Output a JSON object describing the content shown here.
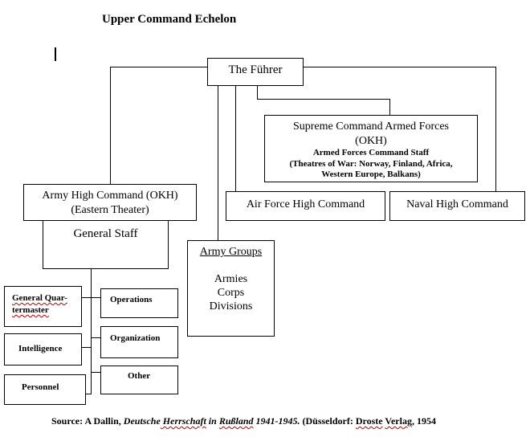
{
  "title": "Upper Command Echelon",
  "fuhrer": "The Führer",
  "okw": {
    "line1": "Supreme Command Armed Forces",
    "line2": "(OKH)",
    "line3": "Armed Forces Command Staff",
    "line4": "(Theatres of War: Norway, Finland, Africa,",
    "line5": "Western Europe, Balkans)"
  },
  "okh": {
    "line1": "Army High Command (OKH)",
    "line2": "(Eastern Theater)"
  },
  "air": "Air Force High Command",
  "naval": "Naval High Command",
  "general_staff": "General Staff",
  "army_groups": {
    "title": "Army Groups",
    "line1": "Armies",
    "line2": "Corps",
    "line3": "Divisions"
  },
  "left_boxes": {
    "gq1": "General Quar-",
    "gq2": "termaster",
    "intelligence": "Intelligence",
    "personnel": "Personnel"
  },
  "right_boxes": {
    "operations": "Operations",
    "organization": "Organization",
    "other": "Other"
  },
  "source": {
    "prefix": "Source: A Dallin, ",
    "italic1": "Deutsche",
    "italic2": " Herrschaft",
    "italic3": " in ",
    "italic4": "Rußland",
    "italic5": " 1941-1945.",
    "mid": " (Düsseldorf: ",
    "droste": "Droste",
    "space": " ",
    "verlag": "Verlag",
    "suffix": ", 1954"
  }
}
